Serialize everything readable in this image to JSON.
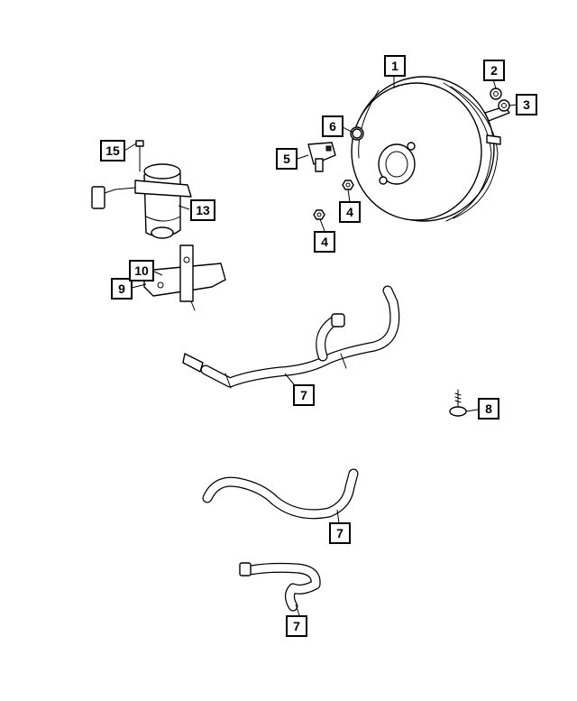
{
  "diagram": {
    "callouts": [
      {
        "id": "c1",
        "label": "1"
      },
      {
        "id": "c2",
        "label": "2"
      },
      {
        "id": "c3",
        "label": "3"
      },
      {
        "id": "c4a",
        "label": "4"
      },
      {
        "id": "c4b",
        "label": "4"
      },
      {
        "id": "c5",
        "label": "5"
      },
      {
        "id": "c6",
        "label": "6"
      },
      {
        "id": "c7a",
        "label": "7"
      },
      {
        "id": "c7b",
        "label": "7"
      },
      {
        "id": "c7c",
        "label": "7"
      },
      {
        "id": "c8",
        "label": "8"
      },
      {
        "id": "c9",
        "label": "9"
      },
      {
        "id": "c10",
        "label": "10"
      },
      {
        "id": "c13",
        "label": "13"
      },
      {
        "id": "c15",
        "label": "15"
      }
    ]
  }
}
